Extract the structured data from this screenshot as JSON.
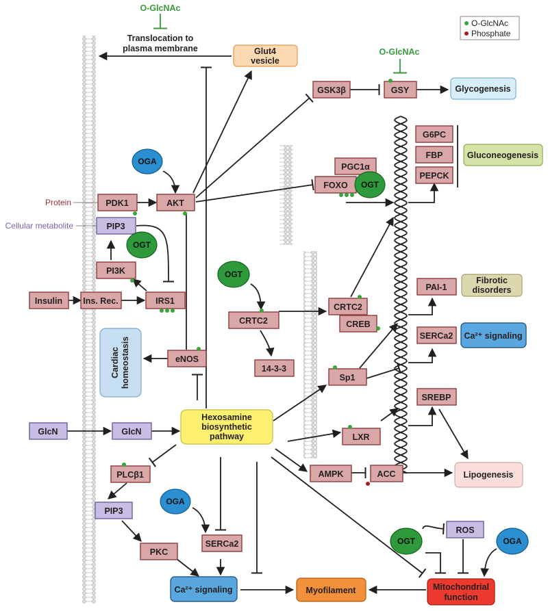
{
  "legend": {
    "oglcnac": "O-GlcNAc",
    "phosphate": "Phosphate"
  },
  "annot": {
    "oglcnac_top": "O-GlcNAc",
    "translocation_1": "Translocation to",
    "translocation_2": "plasma membrane",
    "oglcnac_gsy": "O-GlcNAc",
    "protein": "Protein",
    "cellular_metabolite": "Cellular metabolite"
  },
  "nodes": {
    "glut4_1": "Glut4",
    "glut4_2": "vesicle",
    "gsk3b": "GSK3β",
    "gsy": "GSY",
    "glycogenesis": "Glycogenesis",
    "g6pc": "G6PC",
    "fbp": "FBP",
    "pepck": "PEPCK",
    "gluconeogenesis": "Gluconeogenesis",
    "pgc1a": "PGC1α",
    "foxo": "FOXO",
    "pdk1": "PDK1",
    "akt": "AKT",
    "pip3_top": "PIP3",
    "pi3k": "PI3K",
    "insulin": "Insulin",
    "ins_rec": "Ins. Rec.",
    "irs1": "IRS1",
    "crtc2_mid": "CRTC2",
    "crtc2_right": "CRTC2",
    "creb": "CREB",
    "protein_1433": "14-3-3",
    "pai1": "PAI-1",
    "fibrotic_1": "Fibrotic",
    "fibrotic_2": "disorders",
    "serca2_right": "SERCa2",
    "ca_signal_right": "Ca²⁺ signaling",
    "cardiac_1": "Cardiac",
    "cardiac_2": "homeostasis",
    "enos": "eNOS",
    "sp1": "Sp1",
    "srebp": "SREBP",
    "lxr": "LXR",
    "glcn_left": "GlcN",
    "glcn_mid": "GlcN",
    "hbp_1": "Hexosamine",
    "hbp_2": "biosynthetic",
    "hbp_3": "pathway",
    "plcb1": "PLCβ1",
    "pip3_bottom": "PIP3",
    "pkc": "PKC",
    "serca2_bottom": "SERCa2",
    "ampk": "AMPK",
    "acc": "ACC",
    "lipogenesis": "Lipogenesis",
    "ros": "ROS",
    "ca_signal_bottom": "Ca²⁺ signaling",
    "myofilament": "Myofilament",
    "mito_1": "Mitochondrial",
    "mito_2": "function"
  },
  "ovals": {
    "oga_top": "OGA",
    "ogt_foxo": "OGT",
    "ogt_pip3": "OGT",
    "ogt_crtc2": "OGT",
    "oga_bottom": "OGA",
    "ogt_ros": "OGT",
    "oga_ros": "OGA"
  },
  "colors": {
    "protein_box": "#d9a7a7",
    "metabolite_box": "#c9bde3",
    "oglcnac_dot": "#3aa53a",
    "phosphate_dot": "#a01e1e",
    "oga_oval": "#2a8fd0",
    "ogt_oval": "#2f9a3c",
    "hbp": "#fdf06e",
    "glut4": "#fcd9b0",
    "glycogenesis": "#d6eef8",
    "gluconeogenesis": "#d4e3a6",
    "fibrotic": "#ddd7b0",
    "ca_signaling": "#5aa6de",
    "cardiac": "#c5def2",
    "lipogenesis": "#f9dedb",
    "myofilament": "#f2913c",
    "mitochondrial": "#ec3a2e"
  }
}
